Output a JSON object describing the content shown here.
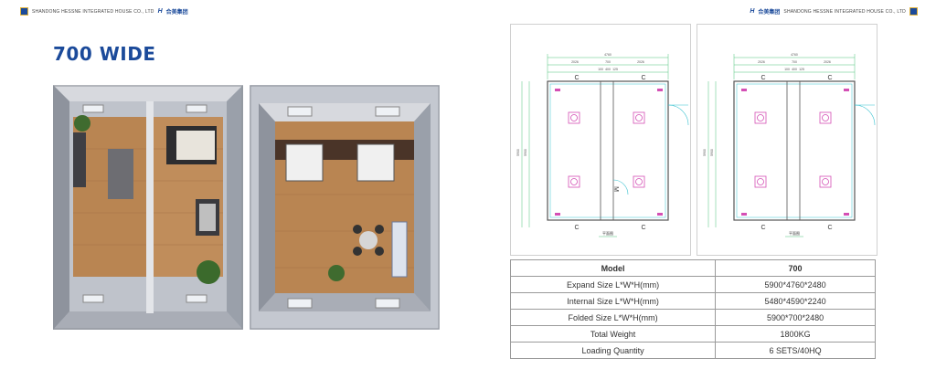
{
  "header_left": {
    "company": "SHANDONG HESSNE INTEGRATED HOUSE CO., LTD",
    "logo_mark": "H",
    "logo_cn": "合美集团"
  },
  "header_right": {
    "logo_mark": "H",
    "logo_cn": "合美集团",
    "company": "SHANDONG HESSNE INTEGRATED HOUSE CO., LTD"
  },
  "title": "700 WIDE",
  "plans": [
    {
      "dims": [
        "4760",
        "2026",
        "2026",
        "700",
        "100",
        "400",
        "125",
        "5900",
        "5900"
      ],
      "door_label": "M",
      "c_labels": [
        "C",
        "C",
        "C",
        "C"
      ],
      "caption": "平面图"
    },
    {
      "dims": [
        "4760",
        "2026",
        "2026",
        "700",
        "100",
        "400",
        "125",
        "5900",
        "5900"
      ],
      "c_labels": [
        "C",
        "C",
        "C",
        "C"
      ],
      "caption": "平面图"
    }
  ],
  "spec": {
    "head": [
      "Model",
      "700"
    ],
    "rows": [
      [
        "Expand Size L*W*H(mm)",
        "5900*4760*2480"
      ],
      [
        "Internal Size L*W*H(mm)",
        "5480*4590*2240"
      ],
      [
        "Folded Size L*W*H(mm)",
        "5900*700*2480"
      ],
      [
        "Total Weight",
        "1800KG"
      ],
      [
        "Loading Quantity",
        "6 SETS/40HQ"
      ]
    ]
  },
  "colors": {
    "brand": "#1b4a9a",
    "wood": "#b98552",
    "wall": "#c9ccd3",
    "plan_pink": "#d44fb5",
    "plan_green": "#4fc27a",
    "plan_cyan": "#37c1cf"
  }
}
